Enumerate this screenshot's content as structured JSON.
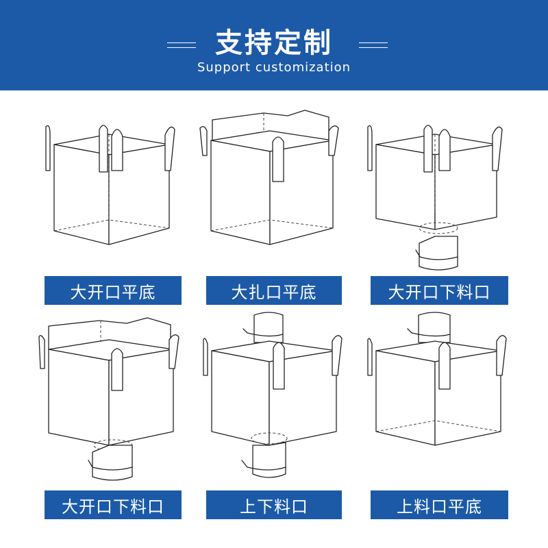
{
  "header": {
    "title": "支持定制",
    "subtitle": "Support customization",
    "background_color": "#1c5aa8"
  },
  "products": [
    {
      "label": "大开口平底",
      "top": "open",
      "bottom": "flat"
    },
    {
      "label": "大扎口平底",
      "top": "duffle",
      "bottom": "flat"
    },
    {
      "label": "大开口下料口",
      "top": "open",
      "bottom": "spout"
    },
    {
      "label": "大开口下料口",
      "top": "duffle",
      "bottom": "spout"
    },
    {
      "label": "上下料口",
      "top": "spout",
      "bottom": "spout"
    },
    {
      "label": "上料口平底",
      "top": "spout",
      "bottom": "flat"
    }
  ]
}
